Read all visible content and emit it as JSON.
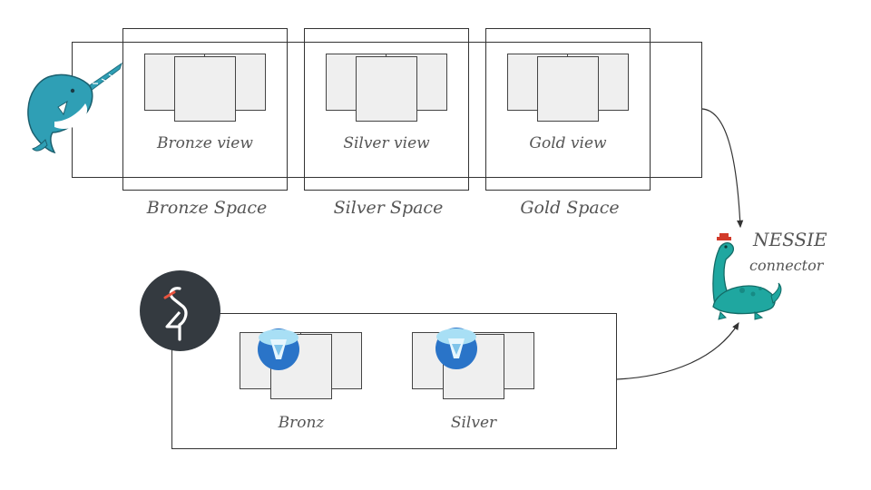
{
  "top_section": {
    "spaces": [
      {
        "view_label": "Bronze view",
        "space_label": "Bronze Space"
      },
      {
        "view_label": "Silver view",
        "space_label": "Silver Space"
      },
      {
        "view_label": "Gold view",
        "space_label": "Gold Space"
      }
    ]
  },
  "bottom_section": {
    "buckets": [
      {
        "label": "Bronz"
      },
      {
        "label": "Silver"
      }
    ]
  },
  "connector": {
    "title": "NESSIE",
    "subtitle": "connector"
  },
  "icons": {
    "dremio": "narwhal-logo-icon",
    "minio": "minio-logo-icon",
    "iceberg": "iceberg-icon",
    "nessie": "nessie-monster-icon"
  },
  "colors": {
    "teal": "#2f9fb5",
    "sheet_fill": "#efefef",
    "minio_bg": "#343a40",
    "iceberg_blue": "#2a74c8"
  }
}
